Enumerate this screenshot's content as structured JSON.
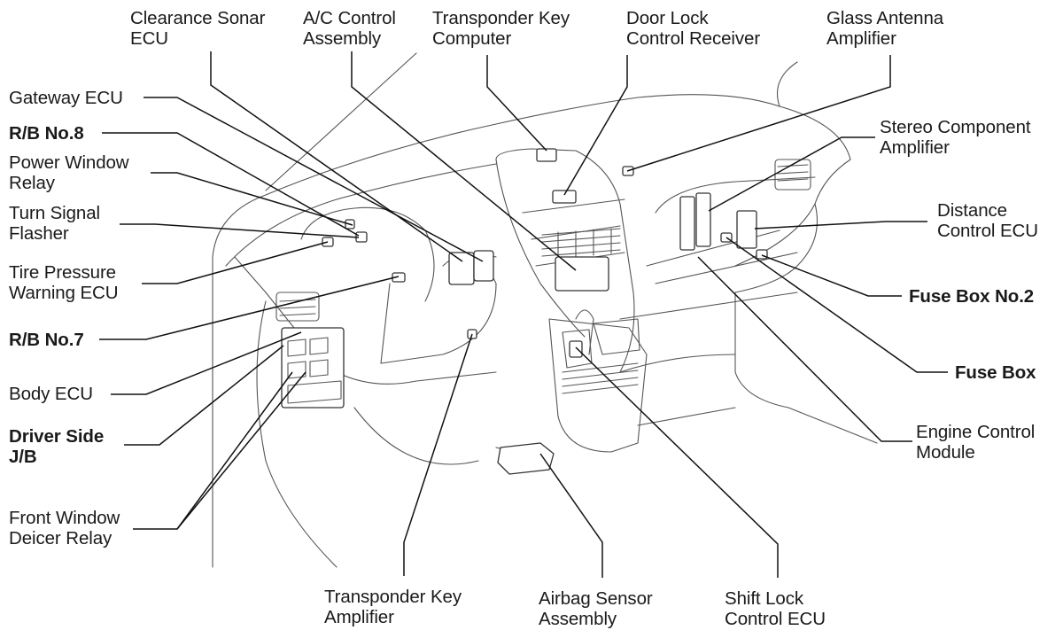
{
  "diagram": {
    "subject": "Vehicle instrument panel component locations",
    "labels": [
      {
        "id": "clearance-sonar-ecu",
        "text": "Clearance Sonar\nECU",
        "bold": false
      },
      {
        "id": "ac-control-assembly",
        "text": "A/C Control\nAssembly",
        "bold": false
      },
      {
        "id": "transponder-key-computer",
        "text": "Transponder Key\nComputer",
        "bold": false
      },
      {
        "id": "door-lock-control-receiver",
        "text": "Door Lock\nControl Receiver",
        "bold": false
      },
      {
        "id": "glass-antenna-amplifier",
        "text": "Glass Antenna\nAmplifier",
        "bold": false
      },
      {
        "id": "gateway-ecu",
        "text": "Gateway ECU",
        "bold": false
      },
      {
        "id": "rb-no8",
        "text": "R/B No.8",
        "bold": true
      },
      {
        "id": "power-window-relay",
        "text": "Power Window\nRelay",
        "bold": false
      },
      {
        "id": "turn-signal-flasher",
        "text": "Turn Signal\nFlasher",
        "bold": false
      },
      {
        "id": "tire-pressure-warning-ecu",
        "text": "Tire Pressure\nWarning ECU",
        "bold": false
      },
      {
        "id": "rb-no7",
        "text": "R/B No.7",
        "bold": true
      },
      {
        "id": "body-ecu",
        "text": "Body ECU",
        "bold": false
      },
      {
        "id": "driver-side-jb",
        "text": "Driver Side\nJ/B",
        "bold": true
      },
      {
        "id": "front-window-deicer-relay",
        "text": "Front Window\nDeicer Relay",
        "bold": false
      },
      {
        "id": "transponder-key-amplifier",
        "text": "Transponder Key\nAmplifier",
        "bold": false
      },
      {
        "id": "airbag-sensor-assembly",
        "text": "Airbag Sensor\nAssembly",
        "bold": false
      },
      {
        "id": "shift-lock-control-ecu",
        "text": "Shift Lock\nControl ECU",
        "bold": false
      },
      {
        "id": "stereo-component-amplifier",
        "text": "Stereo Component\nAmplifier",
        "bold": false
      },
      {
        "id": "distance-control-ecu",
        "text": "Distance\nControl ECU",
        "bold": false
      },
      {
        "id": "fuse-box-no2",
        "text": "Fuse Box No.2",
        "bold": true
      },
      {
        "id": "fuse-box",
        "text": "Fuse Box",
        "bold": true
      },
      {
        "id": "engine-control-module",
        "text": "Engine Control\nModule",
        "bold": false
      }
    ]
  }
}
